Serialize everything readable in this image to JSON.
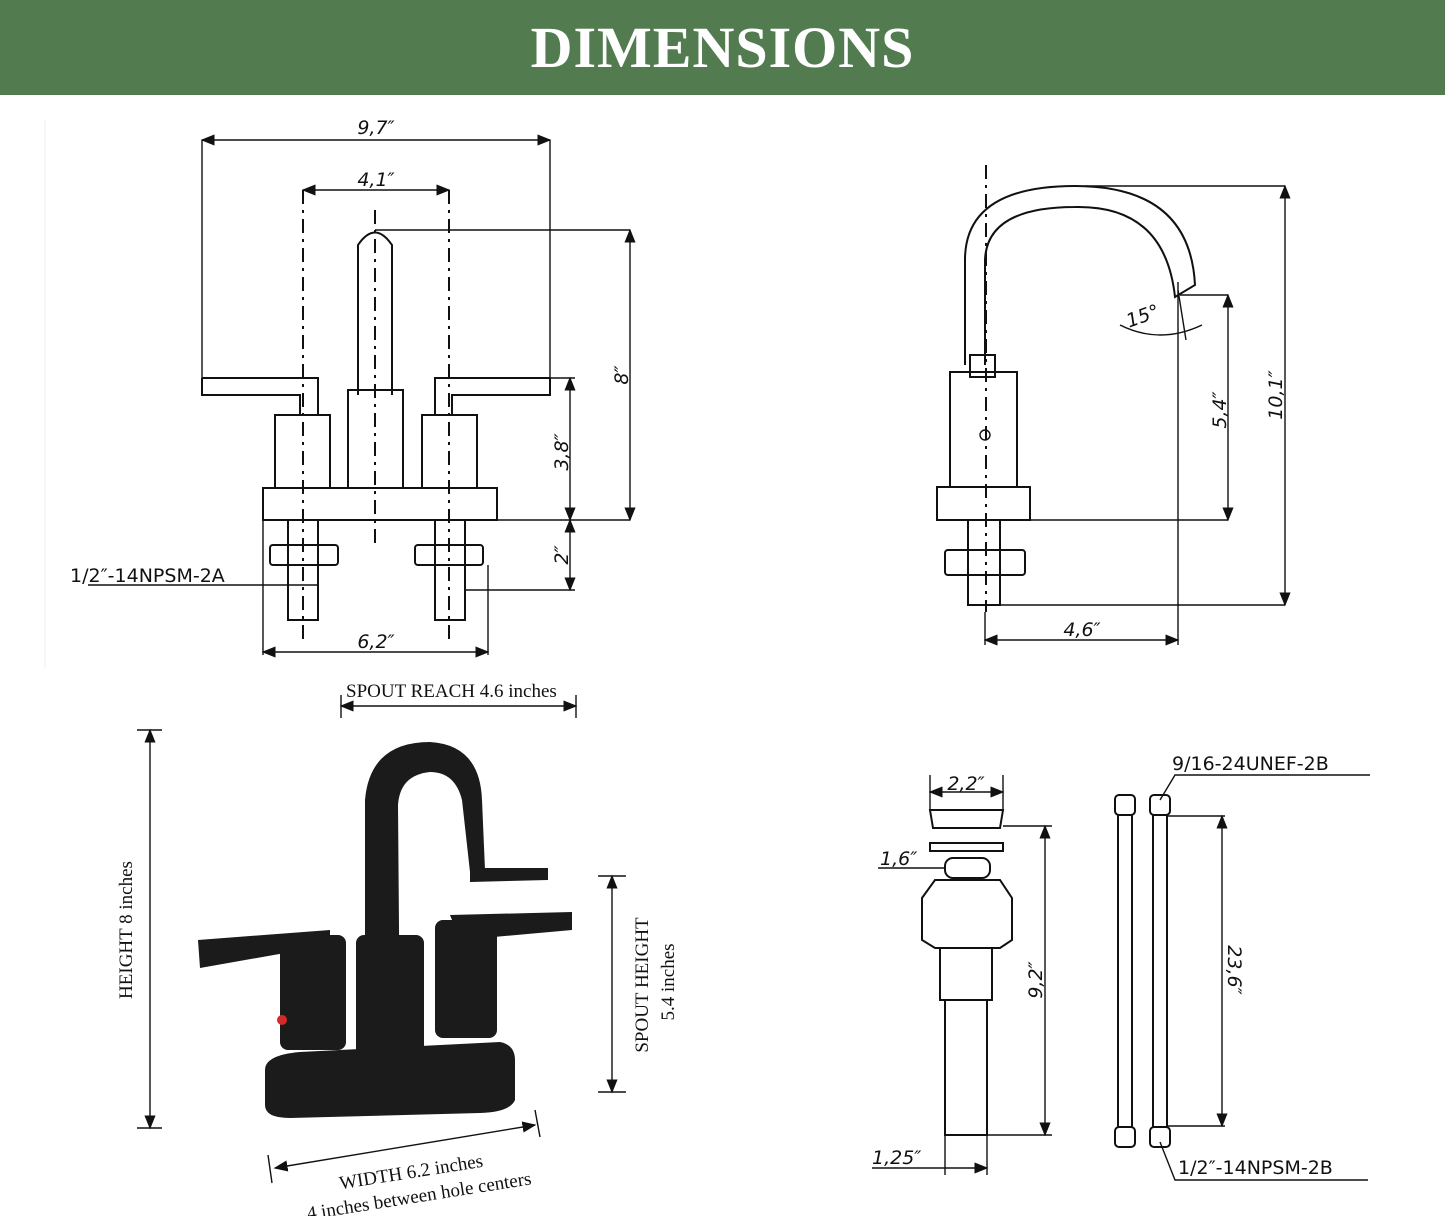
{
  "header": {
    "title": "DIMENSIONS"
  },
  "front_view": {
    "overall_width": "9,7″",
    "spout_spacing": "4,1″",
    "height": "8″",
    "handle_height": "3,8″",
    "shank_length": "2″",
    "base_width": "6,2″",
    "thread_label": "1/2″-14NPSM-2A"
  },
  "side_view": {
    "angle": "15°",
    "spout_height": "5,4″",
    "total_height": "10,1″",
    "spout_reach": "4,6″"
  },
  "photo_view": {
    "spout_reach": "SPOUT REACH",
    "spout_reach_value": "4.6 inches",
    "height": "HEIGHT",
    "height_value": "8 inches",
    "spout_height": "SPOUT HEIGHT",
    "spout_height_value": "5.4 inches",
    "width": "WIDTH",
    "width_value": "6.2 inches",
    "hole_centers": "4 inches between hole centers"
  },
  "drain_view": {
    "top_width": "2,2″",
    "collar": "1,6″",
    "length": "9,2″",
    "pipe_diameter": "1,25″"
  },
  "hose_view": {
    "top_thread": "9/16-24UNEF-2B",
    "length": "23,6″",
    "bottom_thread": "1/2″-14NPSM-2B"
  },
  "colors": {
    "header": "#527c4f",
    "hot_indicator": "#d62a2a"
  }
}
